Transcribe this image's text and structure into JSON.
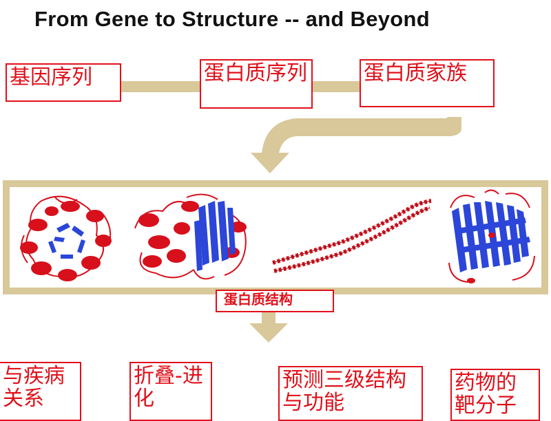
{
  "title": "From Gene to Structure -- and Beyond",
  "top_row": {
    "gene_sequence": "基因序列",
    "protein_sequence": "蛋白质序列",
    "protein_family": "蛋白质家族"
  },
  "middle": {
    "structures_caption": "蛋白质结构"
  },
  "bottom_row": {
    "disease": "与疾病关系",
    "folding": "折叠-进化",
    "prediction": "预测三级结构与功能",
    "drug_target": "药物的靶分子"
  },
  "colors": {
    "label_red": "#e0101a",
    "connector_tan": "#d8c89a",
    "helix_red": "#d7101c",
    "sheet_blue": "#2b46d8"
  }
}
